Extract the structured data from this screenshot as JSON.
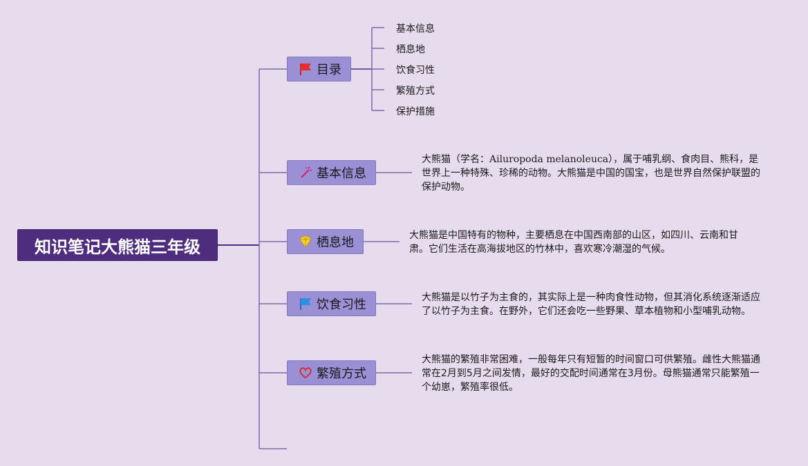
{
  "root": {
    "title": "知识笔记大熊猫三年级"
  },
  "branches": [
    {
      "key": "toc",
      "label": "目录",
      "icon": "red-flag-icon",
      "children": [
        "基本信息",
        "栖息地",
        "饮食习性",
        "繁殖方式",
        "保护措施"
      ]
    },
    {
      "key": "basic",
      "label": "基本信息",
      "icon": "magic-wand-icon",
      "desc_parts": [
        "大熊猫（学名：",
        "Ailuropoda melanoleuca",
        "），属于哺乳纲、食肉目、熊科，是世界上一种特殊、珍稀的动物。大熊猫是中国的国宝，也是世界自然保护联盟的保护动物。"
      ]
    },
    {
      "key": "habitat",
      "label": "栖息地",
      "icon": "diamond-icon",
      "desc": "大熊猫是中国特有的物种，主要栖息在中国西南部的山区，如四川、云南和甘肃。它们生活在高海拔地区的竹林中，喜欢寒冷潮湿的气候。"
    },
    {
      "key": "diet",
      "label": "饮食习性",
      "icon": "blue-flag-icon",
      "desc": "大熊猫是以竹子为主食的，其实际上是一种肉食性动物，但其消化系统逐渐适应了以竹子为主食。在野外，它们还会吃一些野果、草本植物和小型哺乳动物。"
    },
    {
      "key": "breeding",
      "label": "繁殖方式",
      "icon": "heart-icon",
      "desc": "大熊猫的繁殖非常困难，一般每年只有短暂的时间窗口可供繁殖。雌性大熊猫通常在2月到5月之间发情，最好的交配时间通常在3月份。母熊猫通常只能繁殖一个幼崽，繁殖率很低。"
    }
  ],
  "colors": {
    "background": "#e6dcee",
    "root_fill": "#4e2d7e",
    "node_fill": "#9b8fd6",
    "line": "#7a6aa8",
    "root_line": "#4e2d7e"
  }
}
